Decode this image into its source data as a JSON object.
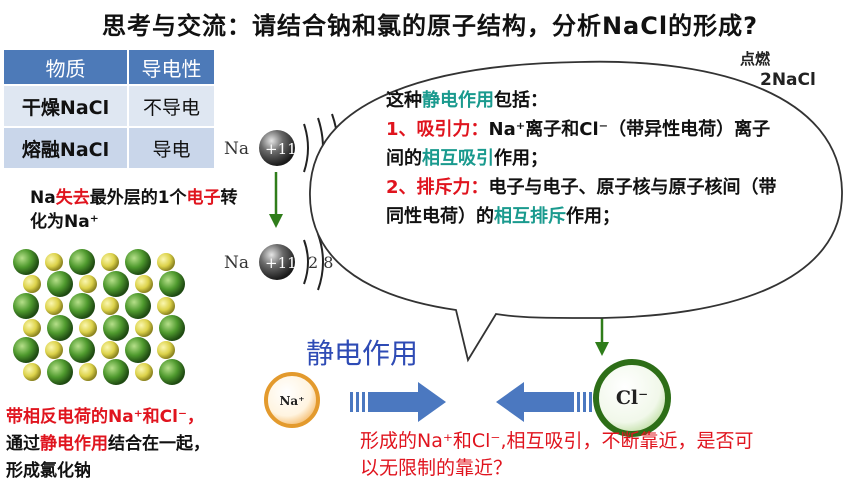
{
  "title": "思考与交流：请结合钠和氯的原子结构，分析NaCl的形成?",
  "table": {
    "headers": [
      "物质",
      "导电性"
    ],
    "rows": [
      [
        "干燥NaCl",
        "不导电"
      ],
      [
        "熔融NaCl",
        "导电"
      ]
    ]
  },
  "na_desc": {
    "p1": "Na",
    "p2": "失去",
    "p3": "最外层的1个",
    "p4": "电子",
    "p5": "转化为Na⁺"
  },
  "atom": {
    "symbol": "Na",
    "nucleus": "+11",
    "shells_ion": "2 8"
  },
  "label_jingdian": "静电作用",
  "ion_na": "Na⁺",
  "ion_cl": "Cl⁻",
  "bottom_left": {
    "p1": "带相反电荷的Na⁺和Cl⁻，",
    "p2": "通过",
    "p3": "静电作用",
    "p4": "结合在一起，",
    "p5": "形成氯化钠"
  },
  "bottom_question": "形成的Na⁺和Cl⁻,相互吸引，不断靠近，是否可以无限制的靠近？",
  "top_right": {
    "ignite": "点燃",
    "product": "2NaCl"
  },
  "bubble": {
    "l1a": "这种",
    "l1b": "静电作用",
    "l1c": "包括：",
    "l2a": "1、吸引力：",
    "l2b": "Na⁺离子和Cl⁻（带异性电荷）离子间的",
    "l2c": "相互吸引",
    "l2d": "作用；",
    "l3a": "2、排斥力：",
    "l3b": "电子与电子、原子核与原子核间（带同性电荷）的",
    "l3c": "相互排斥",
    "l3d": "作用；"
  },
  "colors": {
    "red": "#e0141e",
    "teal": "#1a9a8e",
    "blue": "#2e4bb5",
    "arrow_blue": "#4b78c0",
    "green_arrow": "#2f7d1a"
  }
}
